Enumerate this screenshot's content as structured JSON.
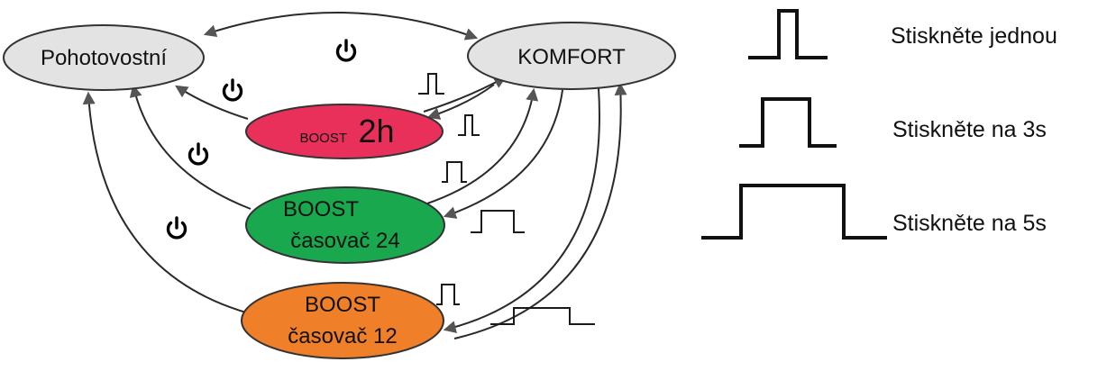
{
  "nodes": {
    "standby": {
      "label": "Pohotovostní",
      "color": "#e3e3e3"
    },
    "comfort": {
      "label": "KOMFORT",
      "color": "#e3e3e3"
    },
    "boost_2h": {
      "prefix": "BOOST",
      "value": "2h",
      "color": "#e8305a"
    },
    "boost_24": {
      "line1": "BOOST",
      "line2": "časovač 24",
      "color": "#1aa84f"
    },
    "boost_12": {
      "line1": "BOOST",
      "line2": "časovač 12",
      "color": "#f07f2a"
    }
  },
  "legend": [
    {
      "label": "Stiskněte jednou",
      "pulse": "short"
    },
    {
      "label": "Stiskněte na 3s",
      "pulse": "medium"
    },
    {
      "label": "Stiskněte na 5s",
      "pulse": "long"
    }
  ],
  "icons": [
    "power-icon",
    "pulse-short-icon",
    "pulse-medium-icon",
    "pulse-long-icon"
  ],
  "colors": {
    "line": "#2a2a2a",
    "arrowhead": "#555555",
    "outline": "#333333"
  }
}
